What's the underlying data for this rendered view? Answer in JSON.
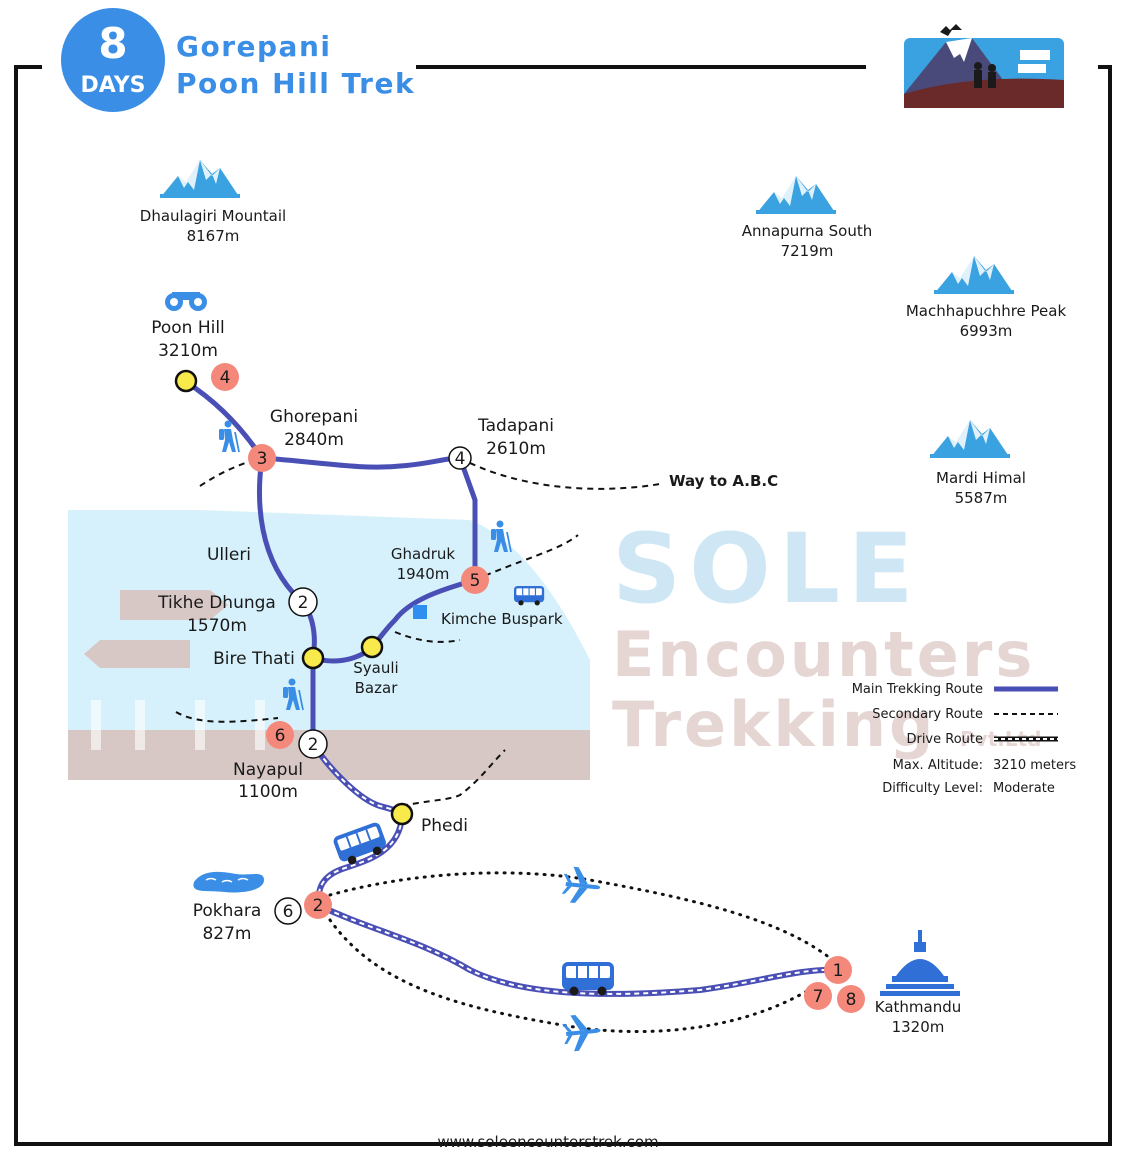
{
  "header": {
    "days_number": "8",
    "days_label": "DAYS",
    "title_line1": "Gorepani",
    "title_line2": "Poon Hill Trek"
  },
  "mountains": [
    {
      "name": "Dhaulagiri Mountail",
      "altitude": "8167m"
    },
    {
      "name": "Annapurna South",
      "altitude": "7219m"
    },
    {
      "name": "Machhapuchhre Peak",
      "altitude": "6993m"
    },
    {
      "name": "Mardi Himal",
      "altitude": "5587m"
    }
  ],
  "places": {
    "poon_hill": {
      "name": "Poon Hill",
      "altitude": "3210m"
    },
    "ghorepani": {
      "name": "Ghorepani",
      "altitude": "2840m"
    },
    "tadapani": {
      "name": "Tadapani",
      "altitude": "2610m"
    },
    "ghadruk": {
      "name": "Ghadruk",
      "altitude": "1940m"
    },
    "ulleri": {
      "name": "Ulleri"
    },
    "tikhe_dhunga": {
      "name": "Tikhe Dhunga",
      "altitude": "1570m"
    },
    "bire_thati": {
      "name": "Bire Thati"
    },
    "syauli_bazar": {
      "line1": "Syauli",
      "line2": "Bazar"
    },
    "kimche_buspark": {
      "name": "Kimche Buspark"
    },
    "nayapul": {
      "name": "Nayapul",
      "altitude": "1100m"
    },
    "phedi": {
      "name": "Phedi"
    },
    "pokhara": {
      "name": "Pokhara",
      "altitude": "827m"
    },
    "kathmandu": {
      "name": "Kathmandu",
      "altitude": "1320m"
    },
    "way_abc": {
      "name": "Way to A.B.C"
    }
  },
  "day_markers": {
    "poon_hill": "4",
    "ghorepani": "3",
    "tadapani": "4",
    "ghadruk": "5",
    "tikhe_dhunga": "2",
    "nayapul_red": "6",
    "nayapul_white": "2",
    "pokhara_white": "6",
    "pokhara_red": "2",
    "kathmandu_1": "1",
    "kathmandu_7": "7",
    "kathmandu_8": "8"
  },
  "legend": {
    "main_route": "Main Trekking Route",
    "secondary_route": "Secondary Route",
    "drive_route": "Drive Route",
    "max_altitude_label": "Max. Altitude:",
    "max_altitude_value": "3210 meters",
    "difficulty_label": "Difficulty Level:",
    "difficulty_value": "Moderate"
  },
  "watermark": {
    "line1": "SOLE",
    "line2": "Encounters",
    "line3": "Trekking",
    "suffix": "Pvt.Ltd"
  },
  "footer": {
    "url": "www.soleencounterstrek.com"
  },
  "colors": {
    "route_blue": "#4a4fb5",
    "accent_blue": "#3a8ee6",
    "marker_red": "#f4897b",
    "waypoint_yellow": "#f8ea4a",
    "frame_black": "#111111"
  },
  "icons": [
    "mountain-icon",
    "binoculars-icon",
    "hiker-icon",
    "bus-icon",
    "airplane-icon",
    "lake-icon",
    "stupa-icon",
    "logo-icon",
    "bus-stop-icon"
  ]
}
